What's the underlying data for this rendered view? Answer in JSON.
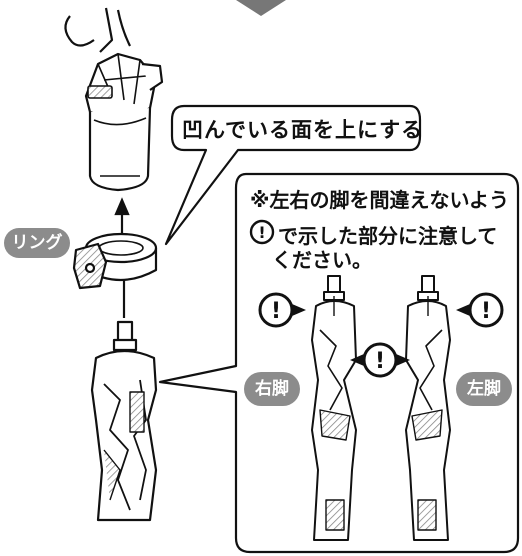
{
  "callout_top": {
    "text": "凹んでいる面を上にする"
  },
  "part_label": {
    "text": "リング"
  },
  "note": {
    "line1": "※左右の脚を間違えないよう",
    "line2_icon": "!",
    "line2_text": "で示した部分に注意して",
    "line3": "ください。"
  },
  "marker_symbol": "!",
  "right_leg_label": "右脚",
  "left_leg_label": "左脚",
  "colors": {
    "stroke": "#111111",
    "label_bg": "#8c8c8c",
    "top_arrow": "#777777"
  }
}
